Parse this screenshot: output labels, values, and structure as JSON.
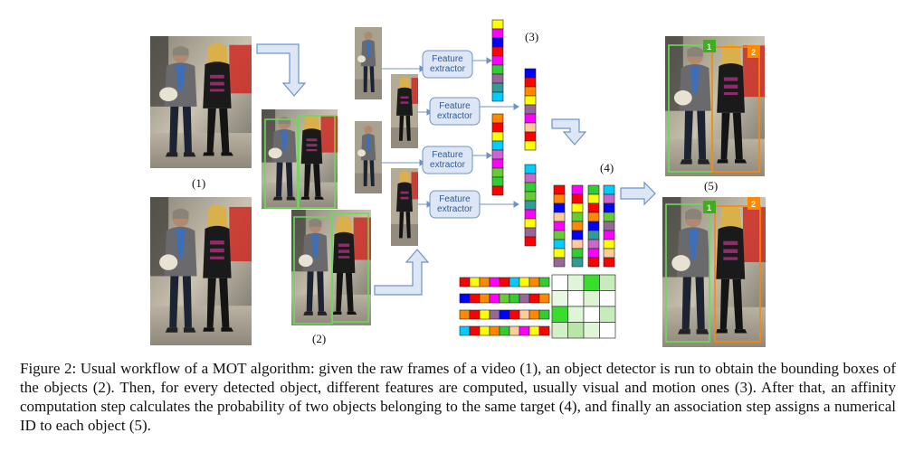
{
  "labels": {
    "step1": "(1)",
    "step2": "(2)",
    "step3": "(3)",
    "step4": "(4)",
    "step5": "(5)"
  },
  "extractor_labels": [
    [
      "Feature",
      "extractor"
    ],
    [
      "Feature",
      "extractor"
    ],
    [
      "Feature",
      "extractor"
    ],
    [
      "Feature",
      "extractor"
    ]
  ],
  "id_labels": {
    "green": "1",
    "orange": "2"
  },
  "caption": "Figure 2: Usual workflow of a MOT algorithm: given the raw frames of a video (1), an object detector is run to obtain the bounding boxes of the objects (2). Then, for every detected object, different features are computed, usually visual and motion ones (3). After that, an affinity computation step calculates the probability of two objects belonging to the same target (4), and finally an association step assigns a numerical ID to each object (5).",
  "colors": {
    "palette": [
      "#ff0000",
      "#ffff00",
      "#0000ff",
      "#ff00ff",
      "#33cc33",
      "#00ccff",
      "#ff8800",
      "#996699",
      "#339999",
      "#ffcc99",
      "#cc66cc",
      "#66cc33"
    ],
    "arrow_fill": "#dce6f4",
    "arrow_stroke": "#6f93c8",
    "box_green": "#66dd55",
    "box_orange": "#ff8800",
    "id_green": "#44aa22"
  }
}
